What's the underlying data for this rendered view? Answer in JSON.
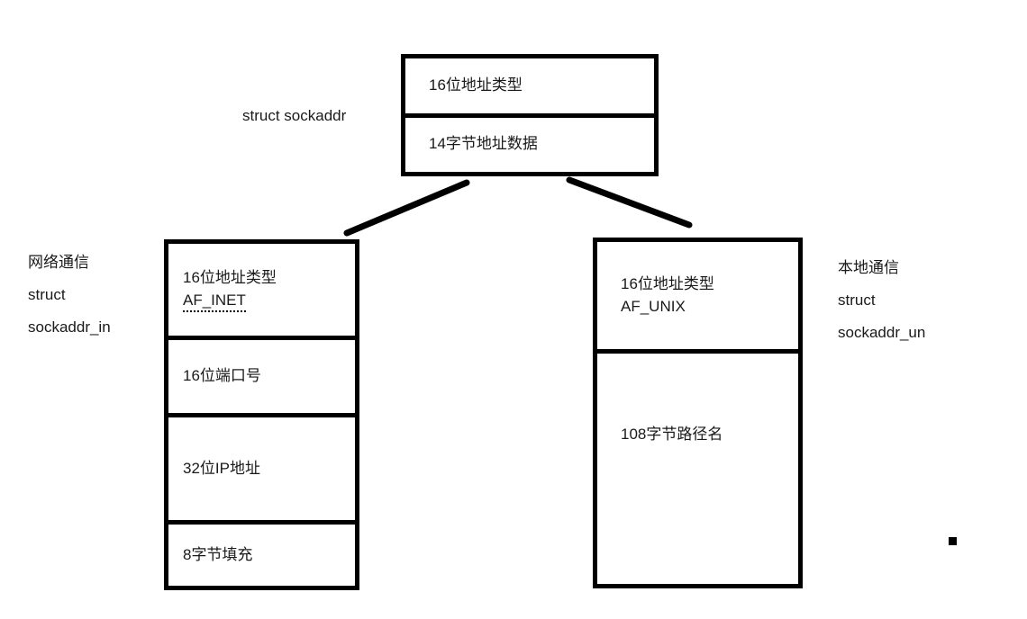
{
  "diagram": {
    "title_label": "struct sockaddr",
    "boxes": {
      "sockaddr": {
        "name": "struct sockaddr",
        "rows": [
          {
            "text": "16位地址类型"
          },
          {
            "text": "14字节地址数据"
          }
        ]
      },
      "sockaddr_in": {
        "name": "struct sockaddr_in",
        "rows": [
          {
            "text": "16位地址类型",
            "text2": "AF_INET",
            "misspelled": true
          },
          {
            "text": "16位端口号"
          },
          {
            "text": "32位IP地址"
          },
          {
            "text": "8字节填充"
          }
        ]
      },
      "sockaddr_un": {
        "name": "struct sockaddr_un",
        "rows": [
          {
            "text": "16位地址类型",
            "text2": "AF_UNIX",
            "misspelled": false
          },
          {
            "text": "108字节路径名"
          }
        ]
      }
    },
    "side_labels": {
      "left": {
        "line1": "网络通信",
        "line2": "struct",
        "line3": "sockaddr_in"
      },
      "right": {
        "line1": "本地通信",
        "line2": "struct",
        "line3": "sockaddr_un"
      }
    },
    "colors": {
      "stroke": "#000000",
      "background": "#ffffff",
      "text": "#1a1a1a"
    }
  }
}
